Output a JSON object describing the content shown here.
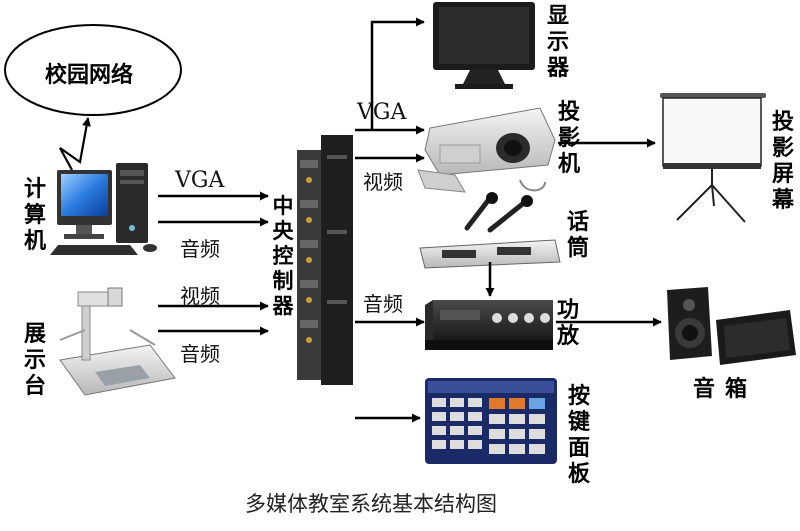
{
  "labels": {
    "campus_network": "校园网络",
    "computer": "计算机",
    "showcase": "展示台",
    "central_controller": "中央控制器",
    "monitor": "显示器",
    "projector": "投影机",
    "projection_screen": "投影屏幕",
    "microphone": "话筒",
    "amplifier": "功放",
    "speakers": "音箱",
    "key_panel": "按键面板"
  },
  "edges": {
    "vga_1": "VGA",
    "audio_1": "音频",
    "video_1": "视频",
    "audio_2": "音频",
    "vga_2": "VGA",
    "video_2": "视频",
    "audio_3": "音频"
  },
  "caption": "多媒体教室系统基本结构图",
  "colors": {
    "line": "#000000",
    "screen_blue": "#1f6fd6",
    "device_dark": "#262626",
    "device_silver": "#d9d9d9"
  }
}
